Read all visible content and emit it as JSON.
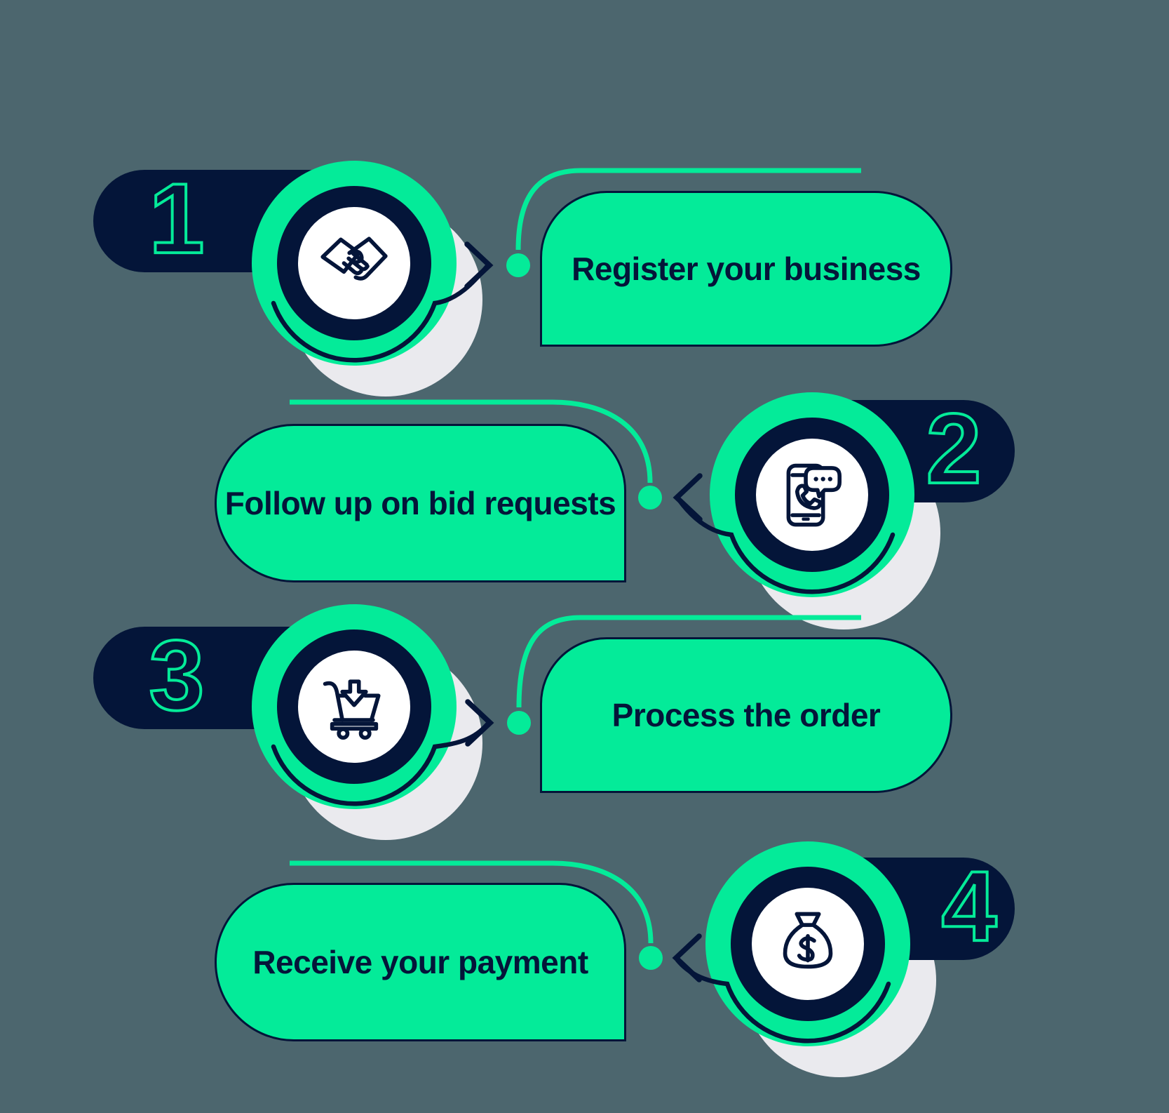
{
  "infographic": {
    "type": "process-steps",
    "steps": [
      {
        "number": "1",
        "label": "Register your business",
        "icon": "handshake-icon"
      },
      {
        "number": "2",
        "label": "Follow up on bid requests",
        "icon": "phone-call-chat-icon"
      },
      {
        "number": "3",
        "label": "Process the order",
        "icon": "cart-order-icon"
      },
      {
        "number": "4",
        "label": "Receive your payment",
        "icon": "money-bag-icon"
      }
    ],
    "colors": {
      "background": "#4C666E",
      "accent_green": "#04EB99",
      "dark_navy": "#041539",
      "icon_circle_white": "#FFFFFF",
      "shadow_gray": "#EAEAEE"
    }
  }
}
